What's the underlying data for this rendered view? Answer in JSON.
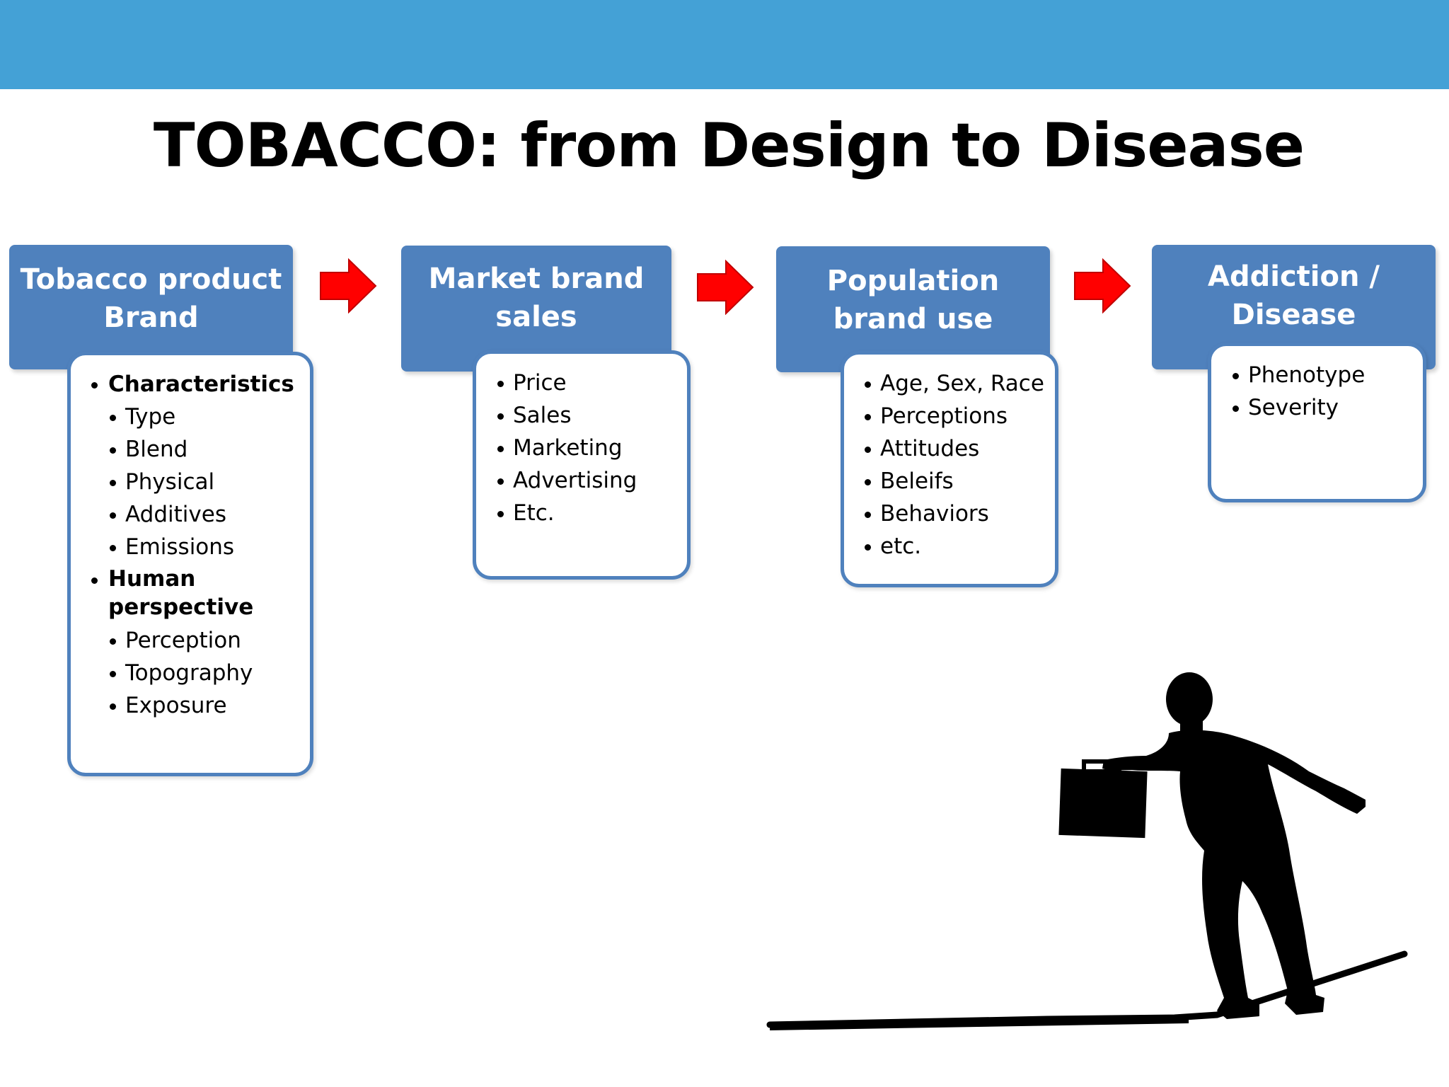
{
  "slide": {
    "title": "TOBACCO: from Design to Disease",
    "accent_color": "#44a1d6",
    "box_color": "#4f81bd",
    "arrow_color": "#ff0000"
  },
  "stages": [
    {
      "header": [
        "Tobacco product",
        "Brand"
      ],
      "items": [
        {
          "text": "Characteristics",
          "level": 1
        },
        {
          "text": "Type",
          "level": 2
        },
        {
          "text": "Blend",
          "level": 2
        },
        {
          "text": "Physical",
          "level": 2
        },
        {
          "text": "Additives",
          "level": 2
        },
        {
          "text": "Emissions",
          "level": 2
        },
        {
          "text": "Human perspective",
          "level": 1
        },
        {
          "text": "Perception",
          "level": 2
        },
        {
          "text": "Topography",
          "level": 2
        },
        {
          "text": "Exposure",
          "level": 2
        }
      ]
    },
    {
      "header": [
        "Market brand",
        "sales"
      ],
      "items": [
        {
          "text": "Price",
          "level": 1
        },
        {
          "text": "Sales",
          "level": 1
        },
        {
          "text": "Marketing",
          "level": 1
        },
        {
          "text": "Advertising",
          "level": 1
        },
        {
          "text": "Etc.",
          "level": 1
        }
      ]
    },
    {
      "header": [
        "Population",
        "brand use"
      ],
      "items": [
        {
          "text": "Age, Sex, Race",
          "level": 1
        },
        {
          "text": "Perceptions",
          "level": 1
        },
        {
          "text": "Attitudes",
          "level": 1
        },
        {
          "text": "Beleifs",
          "level": 1
        },
        {
          "text": "Behaviors",
          "level": 1
        },
        {
          "text": "etc.",
          "level": 1
        }
      ]
    },
    {
      "header": [
        "Addiction /",
        "Disease"
      ],
      "items": [
        {
          "text": "Phenotype",
          "level": 1
        },
        {
          "text": "Severity",
          "level": 1
        }
      ]
    }
  ],
  "image": {
    "description_icon": "tightrope-walker-silhouette-icon"
  }
}
